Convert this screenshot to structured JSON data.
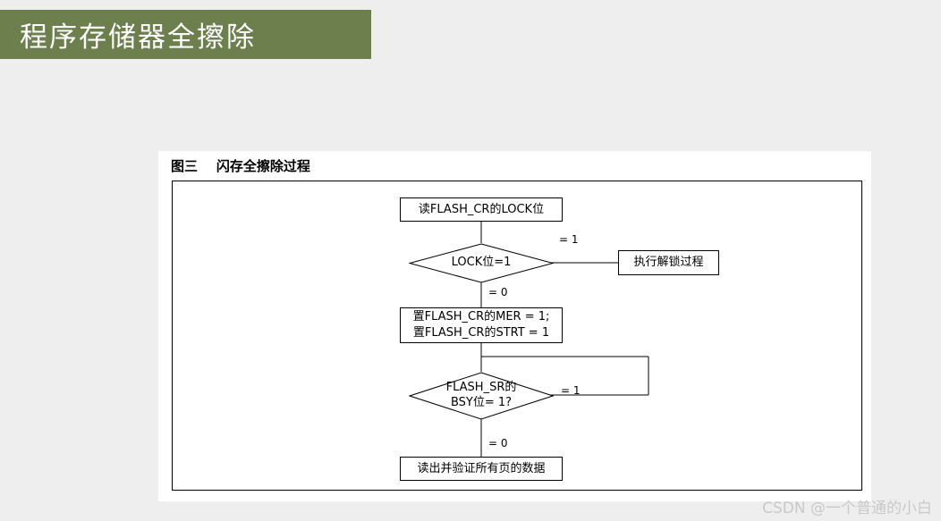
{
  "slide": {
    "title": "程序存储器全擦除",
    "banner_color": "#6e7f4e",
    "background_color": "#eeeeee"
  },
  "figure": {
    "caption": "图三    闪存全擦除过程"
  },
  "chart_data": {
    "type": "flowchart",
    "title": "图三    闪存全擦除过程",
    "nodes": [
      {
        "id": "n1",
        "shape": "rect",
        "text": "读FLASH_CR的LOCK位"
      },
      {
        "id": "n2",
        "shape": "diamond",
        "text": "LOCK位=1"
      },
      {
        "id": "n3",
        "shape": "rect",
        "text": "执行解锁过程"
      },
      {
        "id": "n4",
        "shape": "rect",
        "text": "置FLASH_CR的MER = 1;\n置FLASH_CR的STRT = 1"
      },
      {
        "id": "n5",
        "shape": "diamond",
        "text": "FLASH_SR的\nBSY位= 1?"
      },
      {
        "id": "n6",
        "shape": "rect",
        "text": "读出并验证所有页的数据"
      }
    ],
    "edges": [
      {
        "from": "n1",
        "to": "n2",
        "label": ""
      },
      {
        "from": "n2",
        "to": "n3",
        "label": "= 1"
      },
      {
        "from": "n2",
        "to": "n4",
        "label": "= 0"
      },
      {
        "from": "n4",
        "to": "n5",
        "label": ""
      },
      {
        "from": "n5",
        "to": "n5",
        "label": "= 1"
      },
      {
        "from": "n5",
        "to": "n6",
        "label": "= 0"
      }
    ]
  },
  "watermark": {
    "text": "CSDN @一个普通的小白"
  }
}
